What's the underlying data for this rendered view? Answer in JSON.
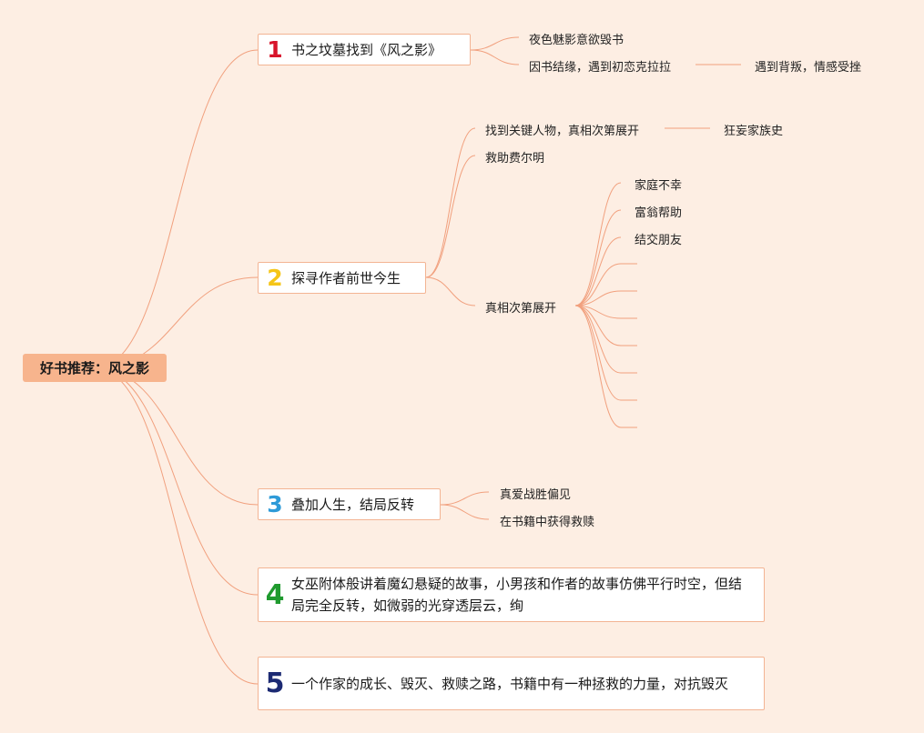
{
  "root": {
    "label": "好书推荐：风之影"
  },
  "colors": {
    "line": "#f1a07e",
    "root_bg": "#f7b48d",
    "border": "#f3b493",
    "bg": "#fdeee3"
  },
  "branches": [
    {
      "number": "1",
      "color": "#d8152b",
      "label": "书之坟墓找到《风之影》",
      "children": [
        {
          "label": "夜色魅影意欲毁书"
        },
        {
          "label": "因书结缘，遇到初恋克拉拉",
          "children": [
            {
              "label": "遇到背叛，情感受挫"
            }
          ]
        }
      ]
    },
    {
      "number": "2",
      "color": "#f5c518",
      "label": "探寻作者前世今生",
      "children": [
        {
          "label": "找到关键人物，真相次第展开",
          "children": [
            {
              "label": "狂妄家族史"
            }
          ]
        },
        {
          "label": "救助费尔明"
        },
        {
          "label": "真相次第展开",
          "children": [
            {
              "label": "家庭不幸"
            },
            {
              "label": "富翁帮助"
            },
            {
              "label": "结交朋友"
            },
            {
              "label": ""
            },
            {
              "label": ""
            },
            {
              "label": ""
            },
            {
              "label": ""
            },
            {
              "label": ""
            },
            {
              "label": ""
            },
            {
              "label": ""
            }
          ]
        }
      ]
    },
    {
      "number": "3",
      "color": "#2f9bd8",
      "label": "叠加人生，结局反转",
      "children": [
        {
          "label": "真爱战胜偏见"
        },
        {
          "label": "在书籍中获得救赎"
        }
      ]
    },
    {
      "number": "4",
      "color": "#1f9a2e",
      "label": "女巫附体般讲着魔幻悬疑的故事，小男孩和作者的故事仿佛平行时空，但结局完全反转，如微弱的光穿透层云，绚"
    },
    {
      "number": "5",
      "color": "#1c2a73",
      "label": "一个作家的成长、毁灭、救赎之路，书籍中有一种拯救的力量，对抗毁灭"
    }
  ]
}
